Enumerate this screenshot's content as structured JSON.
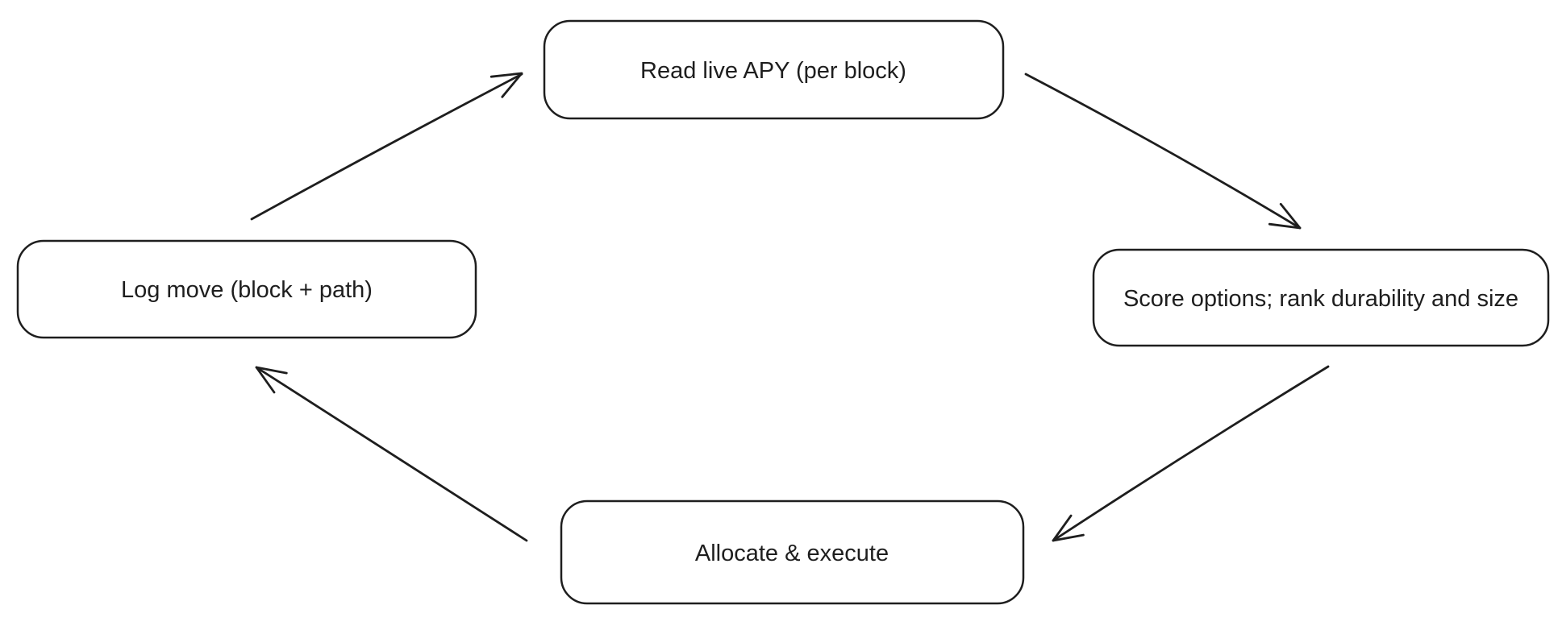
{
  "diagram": {
    "type": "cycle-flowchart",
    "background_color": "#ffffff",
    "stroke_color": "#1e1e1e",
    "text_color": "#1e1e1e",
    "nodes": [
      {
        "id": "read-live-apy",
        "label": "Read live APY (per block)",
        "position": "top"
      },
      {
        "id": "score-options",
        "label": "Score options; rank durability and size",
        "position": "right"
      },
      {
        "id": "allocate-execute",
        "label": "Allocate & execute",
        "position": "bottom"
      },
      {
        "id": "log-move",
        "label": "Log move (block + path)",
        "position": "left"
      }
    ],
    "edges": [
      {
        "from": "Log move (block + path)",
        "to": "Read live APY (per block)"
      },
      {
        "from": "Read live APY (per block)",
        "to": "Score options; rank durability and size"
      },
      {
        "from": "Score options; rank durability and size",
        "to": "Allocate & execute"
      },
      {
        "from": "Allocate & execute",
        "to": "Log move (block + path)"
      }
    ]
  }
}
